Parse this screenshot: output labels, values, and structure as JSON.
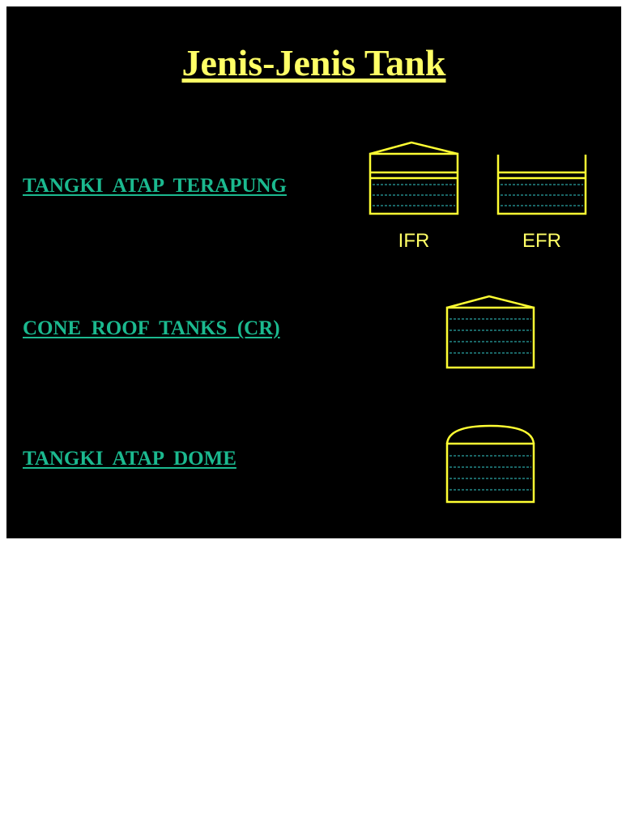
{
  "slide": {
    "title": "Jenis-Jenis Tank",
    "background_color": "#000000",
    "title_color": "#FFFF66",
    "label_color": "#1BB98F",
    "tank_outline_color": "#FFFF33",
    "liquid_line_color": "#33CCCC"
  },
  "rows": [
    {
      "label": "TANGKI  ATAP  TERAPUNG",
      "diagrams": [
        {
          "caption": "IFR",
          "roof": "cone-with-internal-floating"
        },
        {
          "caption": "EFR",
          "roof": "open-with-external-floating"
        }
      ]
    },
    {
      "label": "CONE  ROOF  TANKS  (CR)",
      "diagrams": [
        {
          "caption": "",
          "roof": "cone"
        }
      ]
    },
    {
      "label": "TANGKI  ATAP  DOME",
      "diagrams": [
        {
          "caption": "",
          "roof": "dome"
        }
      ]
    }
  ]
}
